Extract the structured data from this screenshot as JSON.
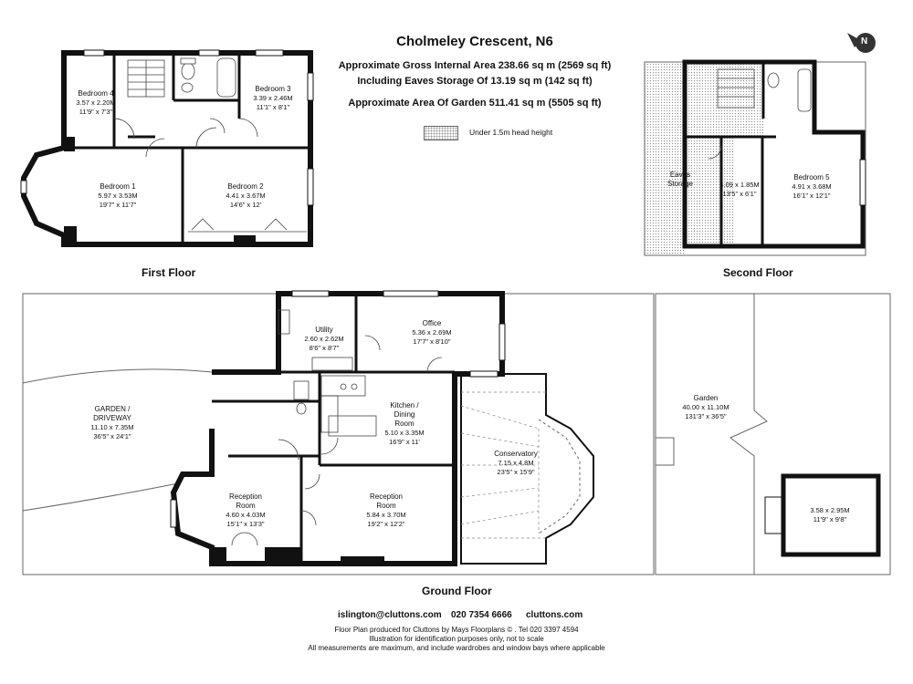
{
  "header": {
    "title": "Cholmeley Crescent, N6",
    "gross_area": "Approximate Gross Internal Area  238.66 sq m  (2569 sq ft)",
    "eaves_area": "Including Eaves Storage Of  13.19 sq m  (142 sq ft)",
    "garden_area": "Approximate Area Of Garden 511.41 sq m  (5505 sq ft)",
    "legend": "Under 1.5m head height"
  },
  "floors": {
    "first": "First Floor",
    "second": "Second Floor",
    "ground": "Ground Floor"
  },
  "rooms": {
    "bedroom4": {
      "name": "Bedroom 4",
      "metric": "3.57 x 2.20M",
      "imperial": "11'9\" x 7'3\""
    },
    "bedroom3": {
      "name": "Bedroom 3",
      "metric": "3.39 x 2.46M",
      "imperial": "11'1\" x 8'1\""
    },
    "bedroom1": {
      "name": "Bedroom 1",
      "metric": "5.97 x 3.53M",
      "imperial": "19'7\" x 11'7\""
    },
    "bedroom2": {
      "name": "Bedroom 2",
      "metric": "4.41 x 3.67M",
      "imperial": "14'6\" x 12'"
    },
    "eaves": {
      "name1": "Eaves",
      "name2": "Storage"
    },
    "landing2": {
      "metric": "4.09 x 1.85M",
      "imperial": "13'5\" x 6'1\""
    },
    "bedroom5": {
      "name": "Bedroom 5",
      "metric": "4.91 x 3.68M",
      "imperial": "16'1\" x 12'1\""
    },
    "utility": {
      "name": "Utility",
      "metric": "2.60 x 2.62M",
      "imperial": "8'6\" x 8'7\""
    },
    "office": {
      "name": "Office",
      "metric": "5.36 x 2.69M",
      "imperial": "17'7\" x 8'10\""
    },
    "driveway": {
      "name1": "GARDEN /",
      "name2": "DRIVEWAY",
      "metric": "11.10 x 7.35M",
      "imperial": "36'5\" x 24'1\""
    },
    "kitchen": {
      "name1": "Kitchen /",
      "name2": "Dining",
      "name3": "Room",
      "metric": "5.10 x 3.35M",
      "imperial": "16'9\" x 11'"
    },
    "conservatory": {
      "name": "Conservatory",
      "metric": "7.15 x 4.8M",
      "imperial": "23'5\" x 15'9\""
    },
    "reception1": {
      "name1": "Reception",
      "name2": "Room",
      "metric": "4.60 x 4.03M",
      "imperial": "15'1\" x 13'3\""
    },
    "reception2": {
      "name1": "Reception",
      "name2": "Room",
      "metric": "5.84 x 3.70M",
      "imperial": "19'2\" x 12'2\""
    },
    "garden": {
      "name": "Garden",
      "metric": "40.00 x 11.10M",
      "imperial": "131'3\" x 36'5\""
    },
    "outbuilding": {
      "metric": "3.58 x 2.95M",
      "imperial": "11'9\" x 9'8\""
    }
  },
  "footer": {
    "email": "islington@cluttons.com",
    "phone": "020 7354 6666",
    "web": "cluttons.com",
    "produced": "Floor Plan produced for Cluttons by Mays Floorplans © . Tel 020 3397 4594",
    "illustration": "Illustration for identification purposes only, not to scale",
    "measurements": "All measurements are maximum, and include wardrobes and window bays where applicable"
  },
  "compass": {
    "letter": "N",
    "icon": "north-arrow-icon"
  }
}
